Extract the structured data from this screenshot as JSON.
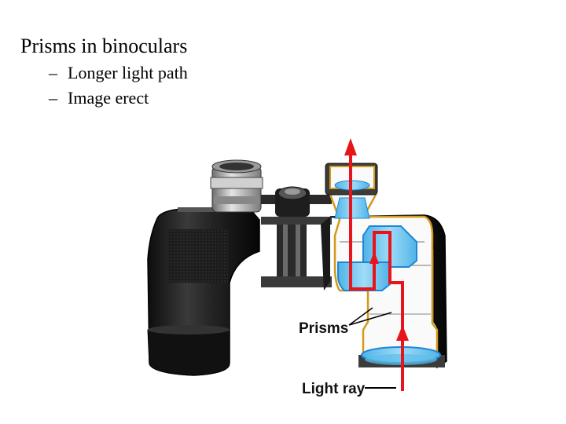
{
  "slide": {
    "heading": "Prisms in binoculars",
    "bullets": [
      {
        "dash": "–",
        "text": "Longer light path"
      },
      {
        "dash": "–",
        "text": "Image erect"
      }
    ]
  },
  "figure": {
    "labels": {
      "prisms": "Prisms",
      "light_ray": "Light ray"
    },
    "colors": {
      "ray": "#e8141b",
      "glass": "#73c8f0",
      "glass_dark": "#1e86d4",
      "body": "#1c1c1c",
      "metal": "#b5b5b5",
      "cutaway": "#ffffff"
    }
  }
}
